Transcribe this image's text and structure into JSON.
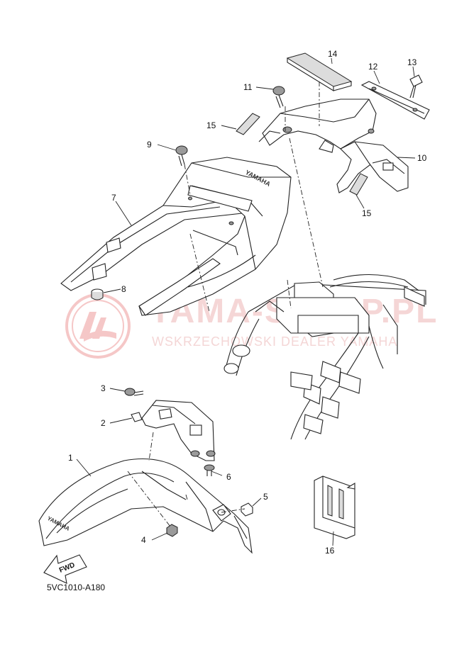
{
  "diagram_code": "5VC1010-A180",
  "watermark": {
    "title": "YAMA-SKLEP.PL",
    "subtitle": "WSKRZECHOWSKI DEALER YAMAHA"
  },
  "branding": {
    "seat_logo": "YAMAHA",
    "fender_logo": "YAMAHA"
  },
  "direction_arrow": "FWD",
  "parts": [
    {
      "id": "1",
      "label": "1"
    },
    {
      "id": "2",
      "label": "2"
    },
    {
      "id": "3",
      "label": "3"
    },
    {
      "id": "4",
      "label": "4"
    },
    {
      "id": "5",
      "label": "5"
    },
    {
      "id": "6",
      "label": "6"
    },
    {
      "id": "7",
      "label": "7"
    },
    {
      "id": "8",
      "label": "8"
    },
    {
      "id": "9",
      "label": "9"
    },
    {
      "id": "10",
      "label": "10"
    },
    {
      "id": "11",
      "label": "11"
    },
    {
      "id": "12",
      "label": "12"
    },
    {
      "id": "13",
      "label": "13"
    },
    {
      "id": "14",
      "label": "14"
    },
    {
      "id": "15a",
      "label": "15"
    },
    {
      "id": "15b",
      "label": "15"
    },
    {
      "id": "16",
      "label": "16"
    }
  ],
  "colors": {
    "line": "#222222",
    "watermark": "#f2c9c9",
    "watermark_logo": "#ee9a9a"
  }
}
